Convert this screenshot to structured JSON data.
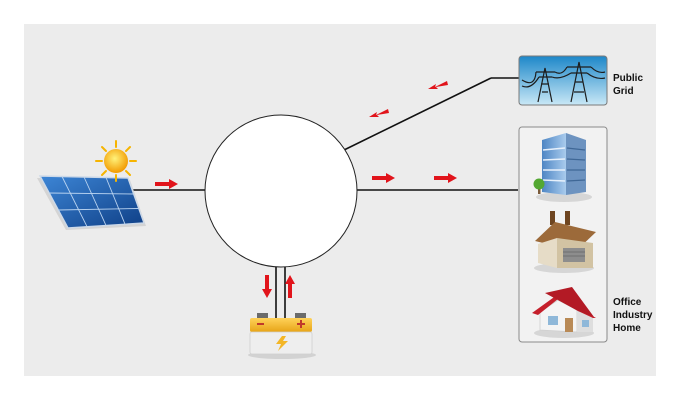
{
  "labels": {
    "grid_line1": "Public",
    "grid_line2": "Grid",
    "load_line1": "Office",
    "load_line2": "Industry",
    "load_line3": "Home"
  },
  "icons": {
    "solar": "solar-panel-icon",
    "sun": "sun-icon",
    "grid": "power-pylon-icon",
    "battery": "battery-icon",
    "office": "office-building-icon",
    "industry": "factory-icon",
    "home": "house-icon"
  },
  "colors": {
    "background": "#ececec",
    "arrow": "#e1141b",
    "line": "#111111",
    "battery_body": "#f3b627",
    "roof": "#c51f2b"
  }
}
